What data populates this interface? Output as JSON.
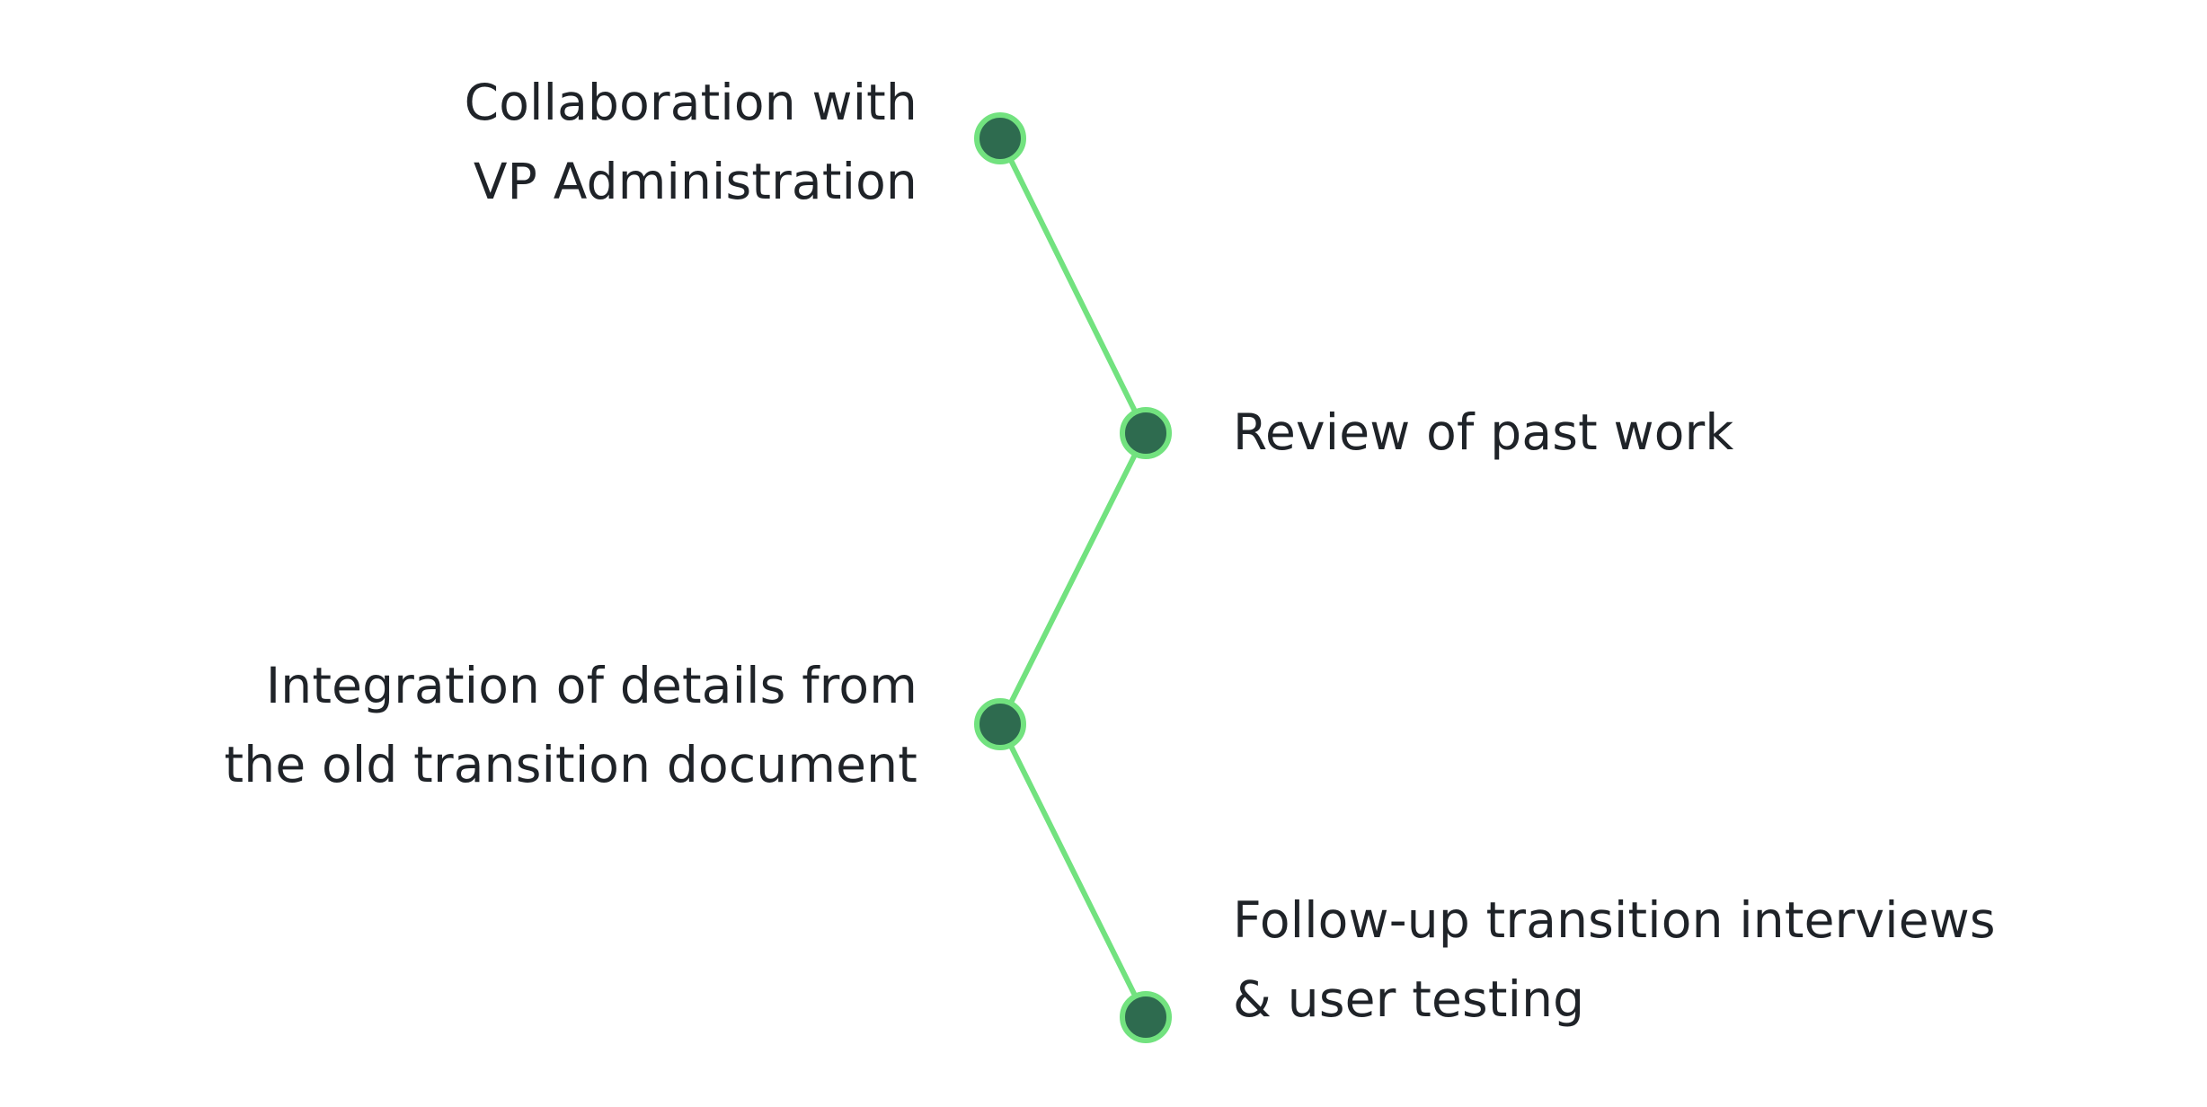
{
  "colors": {
    "connector_line": "#72e27f",
    "node_fill": "#2e6b4f",
    "node_stroke": "#72e27f",
    "text": "#1f2328",
    "background": "#ffffff"
  },
  "steps": [
    {
      "lines": [
        "Collaboration with",
        "VP Administration"
      ],
      "side": "left"
    },
    {
      "lines": [
        "Review of past work"
      ],
      "side": "right"
    },
    {
      "lines": [
        "Integration of details from",
        "the old transition document"
      ],
      "side": "left"
    },
    {
      "lines": [
        "Follow-up transition interviews",
        "& user testing"
      ],
      "side": "right"
    }
  ]
}
